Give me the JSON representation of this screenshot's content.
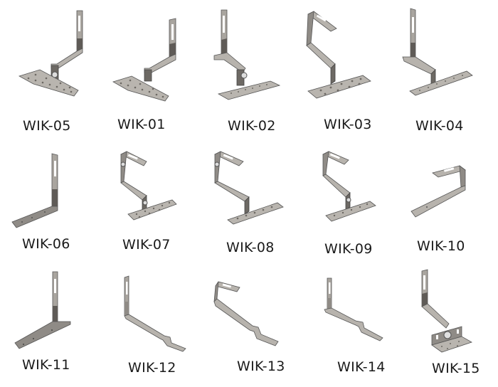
{
  "catalog": {
    "items": [
      {
        "code": "WIK-05"
      },
      {
        "code": "WIK-01"
      },
      {
        "code": "WIK-02"
      },
      {
        "code": "WIK-03"
      },
      {
        "code": "WIK-04"
      },
      {
        "code": "WIK-06"
      },
      {
        "code": "WIK-07"
      },
      {
        "code": "WIK-08"
      },
      {
        "code": "WIK-09"
      },
      {
        "code": "WIK-10"
      },
      {
        "code": "WIK-11"
      },
      {
        "code": "WIK-12"
      },
      {
        "code": "WIK-13"
      },
      {
        "code": "WIK-14"
      },
      {
        "code": "WIK-15"
      }
    ]
  },
  "colors": {
    "metal_light": "#b7b3ad",
    "metal_mid": "#8f8b86",
    "metal_dark": "#5f5b57",
    "label": "#1a1a1a",
    "background": "#ffffff"
  }
}
